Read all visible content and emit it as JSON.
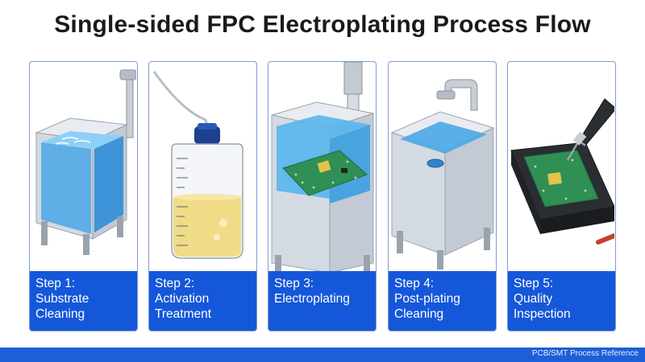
{
  "title": "Single-sided FPC Electroplating Process Flow",
  "steps": [
    {
      "label": "Step 1:",
      "name_line1": "Substrate",
      "name_line2": "Cleaning",
      "icon": "rinse-tank-icon"
    },
    {
      "label": "Step 2:",
      "name_line1": "Activation",
      "name_line2": "Treatment",
      "icon": "activation-bottle-icon"
    },
    {
      "label": "Step 3:",
      "name_line1": "Electroplating",
      "name_line2": "",
      "icon": "plating-bath-icon"
    },
    {
      "label": "Step 4:",
      "name_line1": "Post-plating",
      "name_line2": "Cleaning",
      "icon": "wash-sink-icon"
    },
    {
      "label": "Step 5:",
      "name_line1": "Quality",
      "name_line2": "Inspection",
      "icon": "inspection-probe-icon"
    }
  ],
  "footer": {
    "text": "PCB/SMT Process Reference"
  },
  "colors": {
    "accent": "#1557d9",
    "water": "#3ea6ea",
    "liquid": "#f0d97a",
    "board": "#2f8f55"
  }
}
